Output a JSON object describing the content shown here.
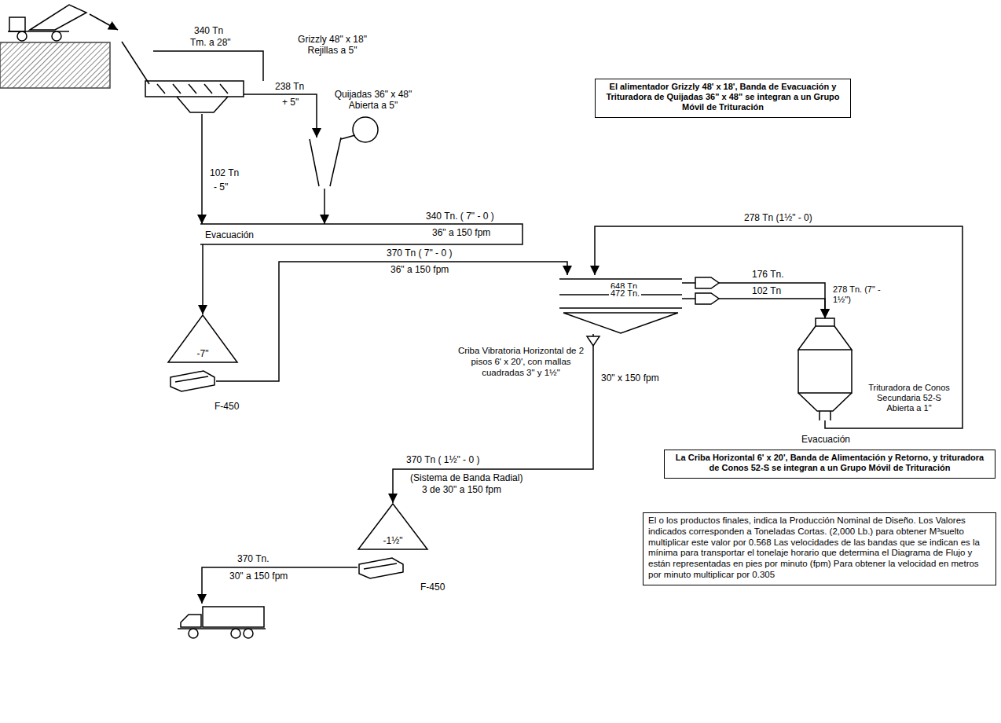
{
  "diagram": {
    "nodes": [
      {
        "text": [
          "Grizzly 48\" x 18\" Rejillas a 5\""
        ]
      },
      {
        "text": [
          "Quijadas 36\" x 48\" Abierta a 5\""
        ]
      },
      {
        "text": [
          "Evacuación"
        ]
      },
      {
        "text": [
          "-7\""
        ]
      },
      {
        "text": [
          "F-450"
        ]
      },
      {
        "text": [
          "Criba Vibratoria Horizontal de 2 pisos 6' x 20', con mallas cuadradas 3\" y 1½\""
        ]
      },
      {
        "text": [
          "Trituradora de Conos Secundaria 52-S Abierta a 1\""
        ]
      },
      {
        "text": [
          "-1½\""
        ]
      },
      {
        "text": [
          "F-450"
        ]
      },
      {
        "text": [
          "El alimentador Grizzly 48' x 18', Banda de Evacuación y Trituradora de Quijadas 36\" x 48\" se integran a un Grupo Móvil de Trituración"
        ]
      },
      {
        "text": [
          "La Criba Horizontal 6' x 20', Banda de Alimentación y Retorno, y trituradora de Conos 52-S se integran a un Grupo Móvil de Trituración"
        ]
      },
      {
        "text": [
          "El o los productos finales, indica la Producción Nominal de Diseño. Los Valores indicados corresponden a Toneladas Cortas. (2,000 Lb.) para obtener M³suelto multiplicar este valor por 0.568 Las velocidades de las bandas que se indican es la mínima para transportar el tonelaje horario que determina el Diagrama de Flujo y están representadas en pies por minuto (fpm) Para obtener la velocidad en metros por minuto multiplicar por 0.305"
        ]
      }
    ],
    "edges": [
      {
        "from": 0,
        "to": 1,
        "arrow": "to",
        "label": "238 Tn"
      },
      {
        "from": 0,
        "to": 2,
        "arrow": "to",
        "label": "102 Tn"
      },
      {
        "from": 1,
        "to": 2,
        "arrow": "to"
      },
      {
        "from": 2,
        "to": 3,
        "arrow": "to"
      },
      {
        "from": 4,
        "to": 5,
        "arrow": "to",
        "label": "370 Tn ( 7\" - 0 )"
      },
      {
        "from": 5,
        "to": 6,
        "arrow": "to",
        "label": "176 Tn."
      },
      {
        "from": 5,
        "to": 6,
        "arrow": "to",
        "label": "102 Tn"
      },
      {
        "from": 6,
        "to": 5,
        "arrow": "to",
        "label": "278 Tn (1½\" - 0)"
      },
      {
        "from": 5,
        "to": 7,
        "arrow": "to",
        "label": "30\" x 150 fpm"
      }
    ],
    "labels": [
      "340 Tn",
      "Tm. a 28\"",
      "+ 5\"",
      "- 5\"",
      "340 Tn. ( 7\" - 0 )",
      "36\" a 150 fpm",
      "36\" a 150 fpm",
      "648 Tn",
      "472 Tn.",
      "278 Tn. (7\" - 1½\")",
      "Evacuación",
      "370 Tn ( 1½\" - 0 )",
      "(Sistema de Banda Radial)",
      "3 de 30\" a 150 fpm",
      "370 Tn.",
      "30\" a 150 fpm"
    ]
  }
}
